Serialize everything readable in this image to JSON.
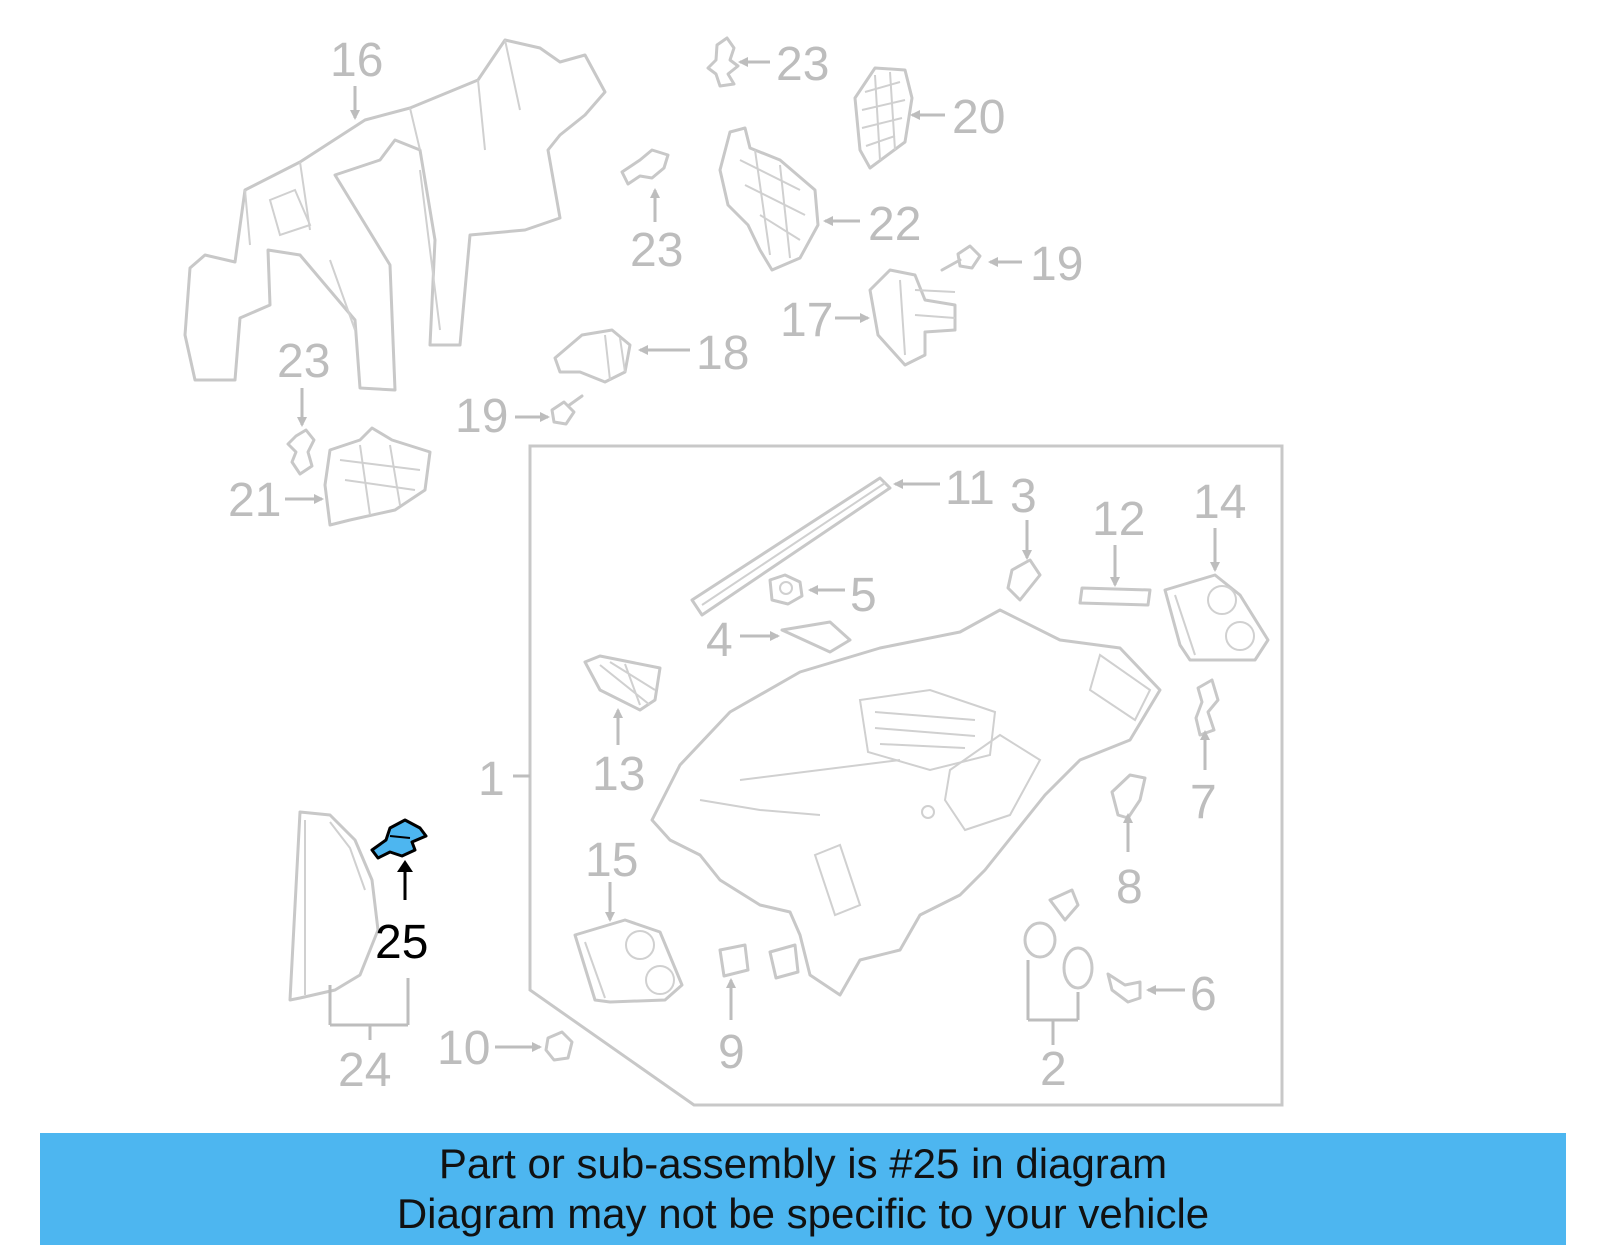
{
  "colors": {
    "highlight_fill": "#4db6f0",
    "banner_bg": "#4db6f0",
    "part_outline": "#c8c8c8",
    "callout_text": "#bdbdbd",
    "highlight_text": "#000000"
  },
  "callouts": {
    "c1": "1",
    "c2": "2",
    "c3": "3",
    "c4": "4",
    "c5": "5",
    "c6": "6",
    "c7": "7",
    "c8": "8",
    "c9": "9",
    "c10": "10",
    "c11": "11",
    "c12": "12",
    "c13": "13",
    "c14": "14",
    "c15": "15",
    "c16": "16",
    "c17": "17",
    "c18": "18",
    "c19a": "19",
    "c19b": "19",
    "c20": "20",
    "c21": "21",
    "c22": "22",
    "c23a": "23",
    "c23b": "23",
    "c23c": "23",
    "c24": "24",
    "c25": "25"
  },
  "highlighted_part": "25",
  "banner": {
    "line1": "Part or sub-assembly is #25 in diagram",
    "line2": "Diagram may not be specific to your vehicle"
  }
}
